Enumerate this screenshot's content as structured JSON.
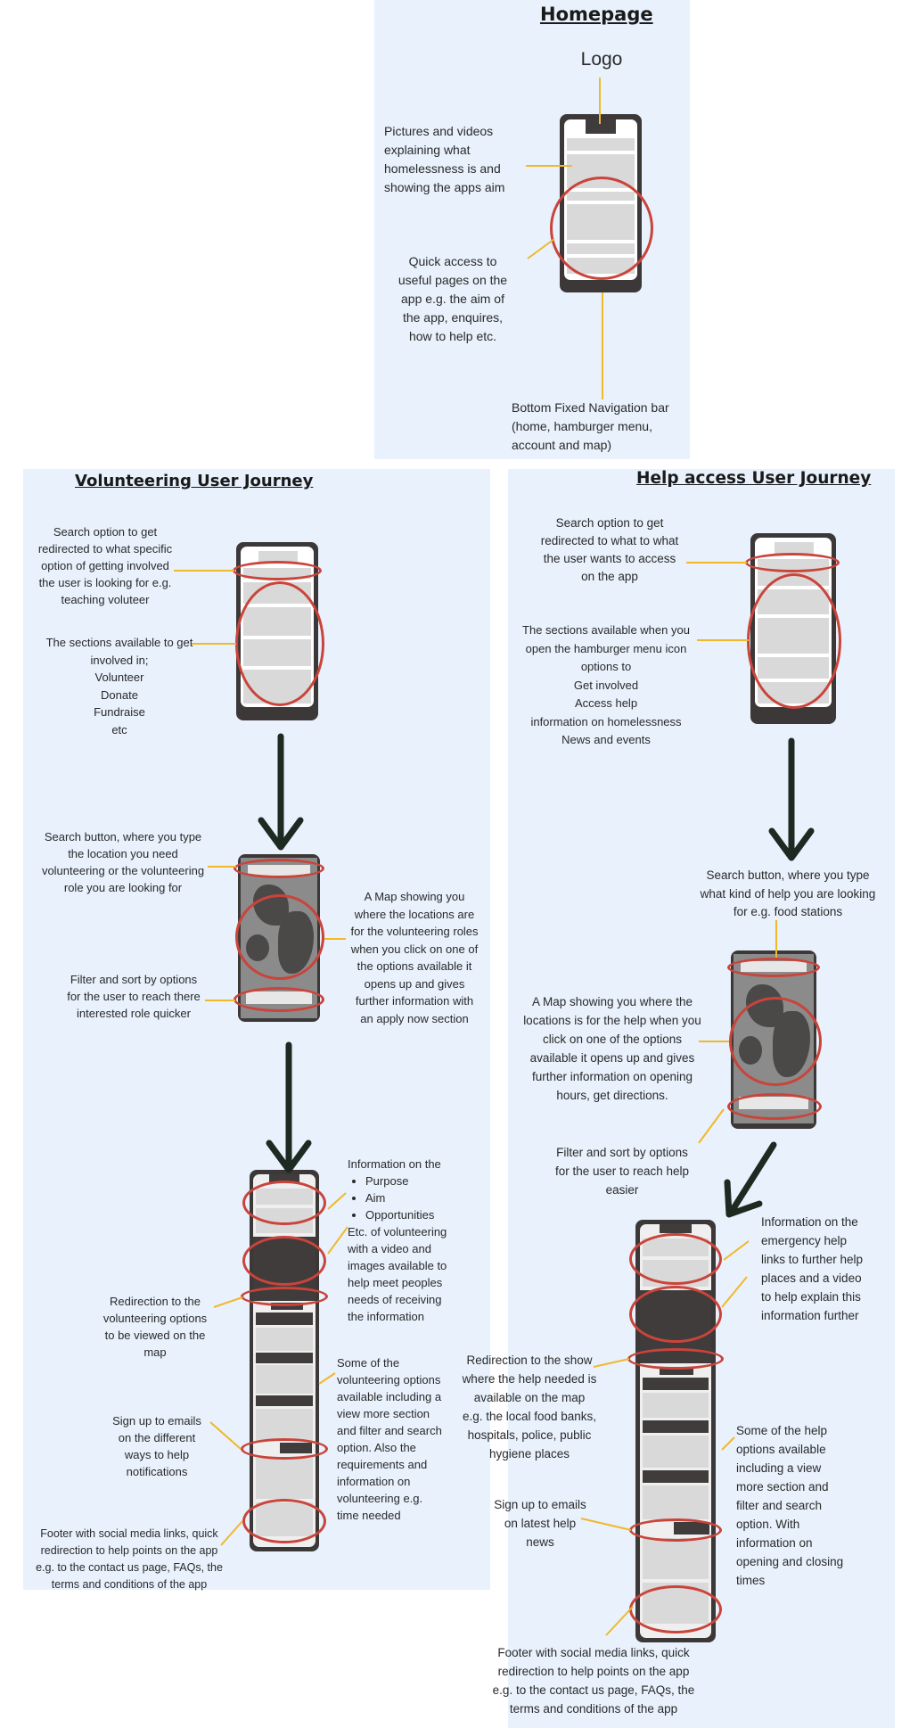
{
  "homepage": {
    "title": "Homepage",
    "logo_label": "Logo",
    "pictures_note": "Pictures and videos\nexplaining what\nhomelessness is and\nshowing the apps aim",
    "quick_access_note": "Quick access to\nuseful pages on the\napp e.g. the aim of\nthe app, enquires,\nhow to help etc.",
    "nav_bar_note": "Bottom Fixed Navigation bar\n(home, hamburger menu,\naccount and map)"
  },
  "volunteering": {
    "title": "Volunteering User Journey",
    "search_note": "Search option to get\nredirected to what specific\noption of getting involved\nthe user is looking for e.g.\nteaching voluteer",
    "sections_note": "The sections available to get\ninvolved in;\nVolunteer\nDonate\nFundraise\netc",
    "search_button_note": "Search button, where you type\nthe location you need\nvolunteering or the volunteering\nrole you are looking for",
    "map_note": "A Map showing you\nwhere the locations are\nfor the volunteering roles\nwhen you click on one of\nthe options available it\nopens up and gives\nfurther information with\nan apply now section",
    "filter_note": "Filter and sort by options\nfor the user to reach there\ninterested role quicker",
    "info_heading": "Information on the",
    "info_bullets": [
      "Purpose",
      "Aim",
      "Opportunities"
    ],
    "info_rest": "Etc. of volunteering\nwith a video and\nimages available to\nhelp meet peoples\nneeds of receiving\nthe information",
    "redirection_note": "Redirection to the\nvolunteering options\nto be viewed on the\nmap",
    "options_note": "Some of the\nvolunteering options\navailable  including a\nview more section\nand filter and search\noption. Also the\nrequirements and\ninformation on\nvolunteering e.g.\ntime needed",
    "signup_note": "Sign up to emails\non the different\nways to help\nnotifications",
    "footer_note": "Footer with social media links, quick\nredirection to help points on the app\ne.g. to the contact us page, FAQs, the\nterms and conditions of the app"
  },
  "help_access": {
    "title": "Help access User Journey",
    "search_note": "Search option to get\nredirected to what to what\nthe user wants to access\non the app",
    "sections_note": "The sections available when you\nopen the hamburger menu icon\noptions to\nGet involved\nAccess help\ninformation on homelessness\nNews and events",
    "search_button_note": "Search button, where you type\nwhat kind of help you are looking\nfor e.g. food stations",
    "map_note": "A Map showing you where the\nlocations is for the help when you\nclick on one of the options\navailable it opens up and gives\nfurther information on opening\nhours, get directions.",
    "filter_note": "Filter and sort by options\nfor the user to reach help\neasier",
    "info_note": "Information on the\nemergency help\nlinks to further help\nplaces and a video\nto help explain this\ninformation further",
    "redirection_note": "Redirection to the show\nwhere the help needed is\navailable on the map\ne.g. the local food banks,\nhospitals, police, public\nhygiene places",
    "options_note": "Some of the help\noptions available\nincluding a view\nmore section and\nfilter and search\noption. With\ninformation on\nopening and closing\ntimes",
    "signup_note": "Sign up to emails\non latest help\nnews",
    "footer_note": "Footer with social media links, quick\nredirection to help points on the app\ne.g. to the contact us page, FAQs, the\nterms and conditions of the app"
  },
  "colors": {
    "panel": "#e8f1fc",
    "connector": "#f1b82a",
    "highlight_ring": "#c9443b",
    "phone_frame": "#3d3838",
    "arrow": "#1d2a22"
  }
}
